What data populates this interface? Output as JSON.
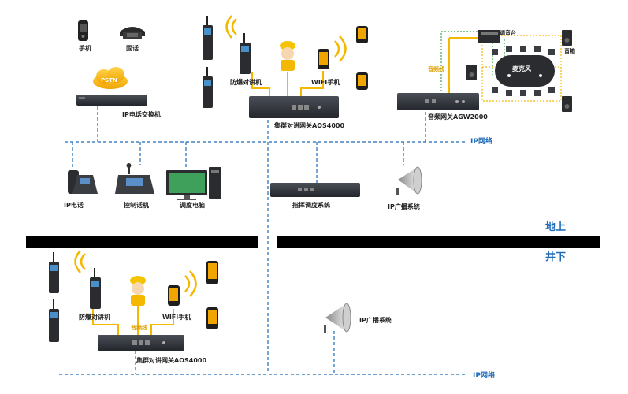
{
  "labels": {
    "mobile_phone": "手机",
    "landline": "固话",
    "pstn": "PSTN",
    "pbx": "IP电话交换机",
    "explosion_proof_radio_top": "防爆对讲机",
    "wifi_phone_top": "WIFI手机",
    "aos_gateway_top": "集群对讲网关AOS4000",
    "audio_line_top": "音频线",
    "console": "调音台",
    "speaker_box": "音箱",
    "microphone": "麦克风",
    "agw_gateway": "音频网关AGW2000",
    "ip_network_top": "IP网络",
    "ip_phone": "IP电话",
    "control_phone": "控制话机",
    "dispatch_pc": "调度电脑",
    "dispatch_system": "指挥调度系统",
    "ip_broadcast_top": "IP广播系统",
    "above_ground": "地上",
    "underground": "井下",
    "explosion_proof_radio_bottom": "防爆对讲机",
    "wifi_phone_bottom": "WIFI手机",
    "audio_line_bottom": "音频线",
    "aos_gateway_bottom": "集群对讲网关AOS4000",
    "ip_broadcast_bottom": "IP广播系统",
    "ip_network_bottom": "IP网络"
  },
  "colors": {
    "network_line": "#1e6bb8",
    "audio_line": "#f5b800",
    "green_line": "#3aa84a",
    "divider": "#000000",
    "device_dark": "#2d3138"
  }
}
